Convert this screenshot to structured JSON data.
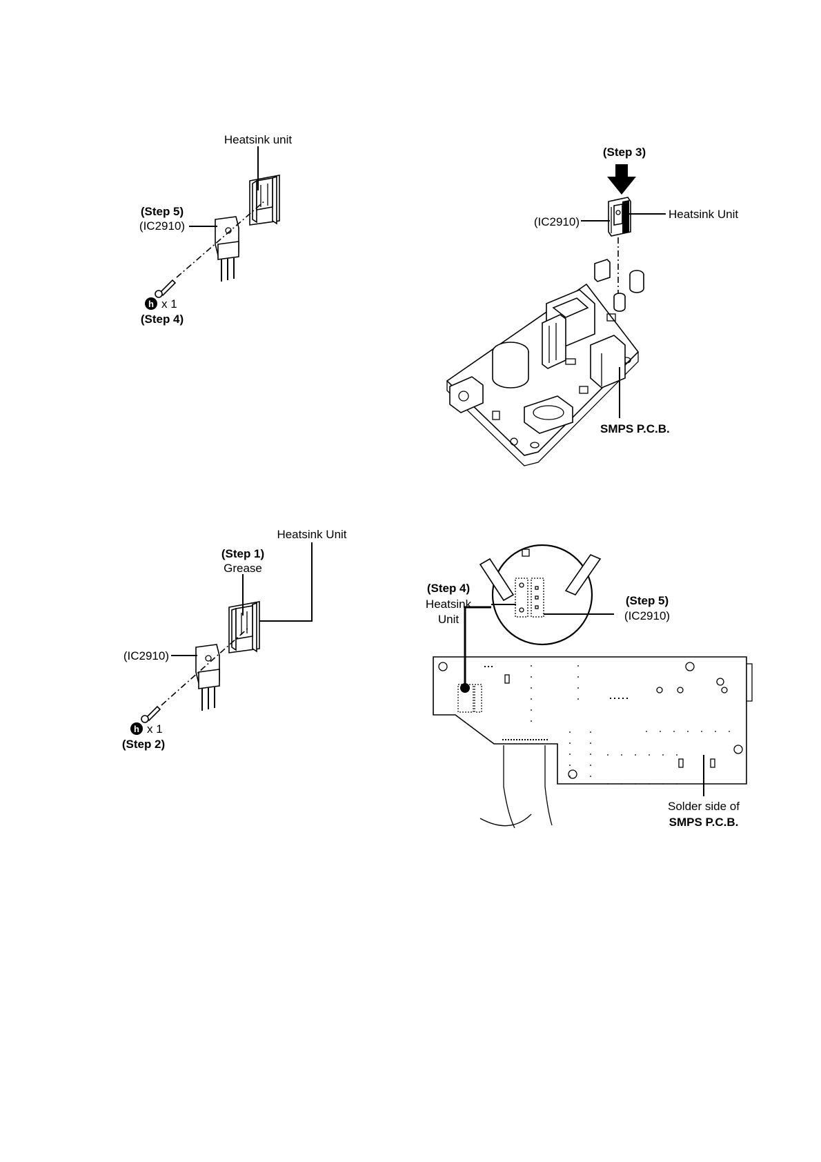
{
  "fig1": {
    "heatsink_label": "Heatsink unit",
    "step5": "(Step 5)",
    "ic": "(IC2910)",
    "screw_symbol": "h",
    "screw_qty": "x 1",
    "step4": "(Step 4)"
  },
  "fig2": {
    "step3": "(Step 3)",
    "ic": "(IC2910)",
    "heatsink_label": "Heatsink Unit",
    "pcb": "SMPS P.C.B."
  },
  "fig3": {
    "heatsink_label": "Heatsink Unit",
    "step1": "(Step 1)",
    "grease": "Grease",
    "ic": "(IC2910)",
    "screw_symbol": "h",
    "screw_qty": "x 1",
    "step2": "(Step 2)"
  },
  "fig4": {
    "step4": "(Step 4)",
    "heatsink_line1": "Heatsink",
    "heatsink_line2": "Unit",
    "step5": "(Step 5)",
    "ic": "(IC2910)",
    "solder_line1": "Solder side of",
    "pcb": "SMPS P.C.B."
  }
}
